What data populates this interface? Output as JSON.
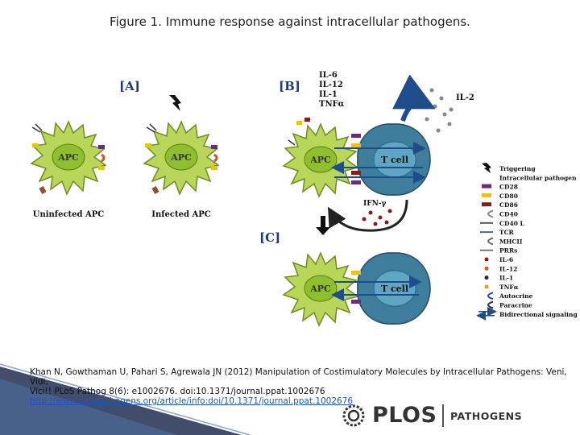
{
  "slide": {
    "title": "Figure 1. Immune response against intracellular pathogens.",
    "citation_line1": "Khan N, Gowthaman U, Pahari S, Agrewala JN (2012) Manipulation of Costimulatory Molecules by Intracellular Pathogens: Veni, Vidi,",
    "citation_line2": "Vici!! PLoS Pathog 8(6): e1002676. doi:10.1371/journal.ppat.1002676",
    "citation_link": "http://www.plospathogens.org/article/info:doi/10.1371/journal.ppat.1002676"
  },
  "figure": {
    "panel_a_label": "[A]",
    "panel_b_label": "[B]",
    "panel_c_label": "[C]",
    "apc_label": "APC",
    "tcell_label": "T cell",
    "uninfected_caption": "Uninfected APC",
    "infected_caption": "Infected APC",
    "cytokines": [
      "IL-6",
      "IL-12",
      "IL-1",
      "TNFα"
    ],
    "il2_label": "IL-2",
    "ifn_label": "IFN-γ",
    "legend": [
      {
        "label": "Triggering",
        "icon": "lightning"
      },
      {
        "label": "Intracellular pathogen",
        "icon": "none"
      },
      {
        "label": "CD28",
        "icon": "bar"
      },
      {
        "label": "CD80",
        "icon": "bar"
      },
      {
        "label": "CD86",
        "icon": "bar"
      },
      {
        "label": "CD40",
        "icon": "cup"
      },
      {
        "label": "CD40 L",
        "icon": "stem"
      },
      {
        "label": "TCR",
        "icon": "stem"
      },
      {
        "label": "MHCII",
        "icon": "cup"
      },
      {
        "label": "PRRs",
        "icon": "stem"
      },
      {
        "label": "IL-6",
        "icon": "dot"
      },
      {
        "label": "IL-12",
        "icon": "dot"
      },
      {
        "label": "IL-1",
        "icon": "dot"
      },
      {
        "label": "TNFα",
        "icon": "dot"
      },
      {
        "label": "Autocrine",
        "icon": "curve"
      },
      {
        "label": "Paracrine",
        "icon": "curve"
      },
      {
        "label": "Bidirectional signaling",
        "icon": "arrows"
      }
    ]
  },
  "logo": {
    "name": "PLOS",
    "journal": "PATHOGENS"
  },
  "colors": {
    "apc_fill": "#b7d65a",
    "apc_stroke": "#6f8c22",
    "apc_nucleus": "#8fbf2e",
    "tcell_fill": "#3f7d9c",
    "tcell_nucleus": "#5fa6c5",
    "arrow_blue": "#1f4d8c",
    "cytokine_red": "#8b1a1a"
  }
}
